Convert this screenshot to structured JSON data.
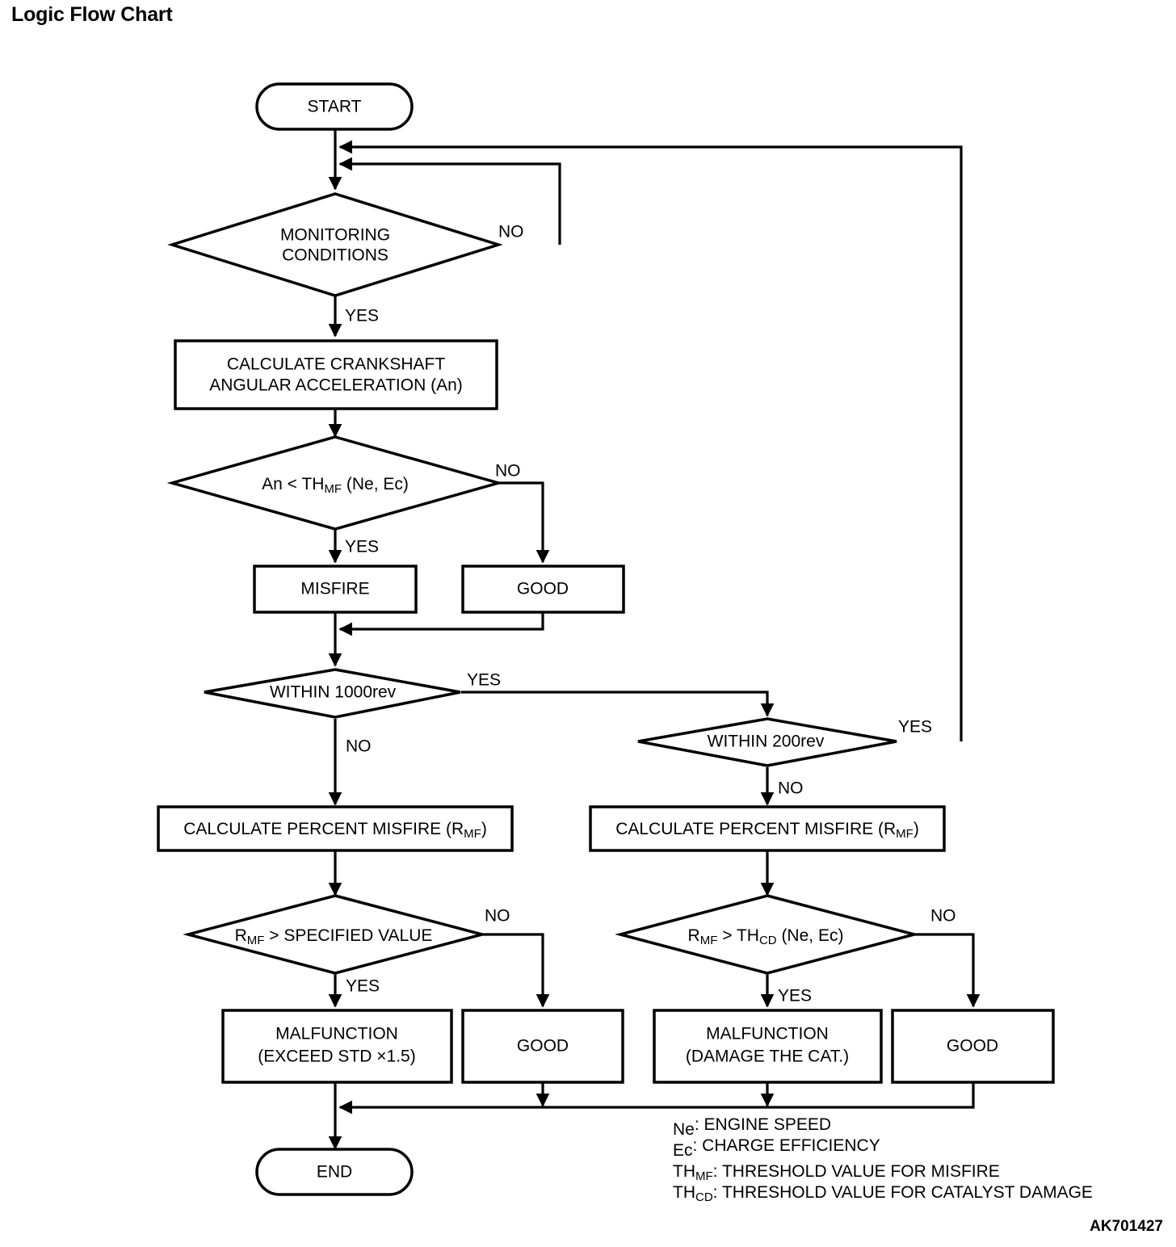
{
  "page": {
    "title": "Logic Flow Chart",
    "figure_code": "AK701427"
  },
  "chart_data": {
    "type": "flowchart",
    "title": "Logic Flow Chart",
    "orientation": "top-to-bottom",
    "nodes": [
      {
        "id": "start",
        "shape": "terminator",
        "label": "START"
      },
      {
        "id": "mon",
        "shape": "decision",
        "label_line1": "MONITORING",
        "label_line2": "CONDITIONS"
      },
      {
        "id": "calc_accel",
        "shape": "process",
        "label_line1": "CALCULATE CRANKSHAFT",
        "label_line2": "ANGULAR ACCELERATION (An)"
      },
      {
        "id": "an_cmp",
        "shape": "decision",
        "label_pre": "An < TH",
        "label_sub": "MF",
        "label_post": " (Ne, Ec)"
      },
      {
        "id": "misfire",
        "shape": "process",
        "label": "MISFIRE"
      },
      {
        "id": "good1",
        "shape": "process",
        "label": "GOOD"
      },
      {
        "id": "within1000",
        "shape": "decision",
        "label": "WITHIN 1000rev"
      },
      {
        "id": "within200",
        "shape": "decision",
        "label": "WITHIN 200rev"
      },
      {
        "id": "calc_pct_l",
        "shape": "process",
        "label_pre": "CALCULATE PERCENT MISFIRE (R",
        "label_sub": "MF",
        "label_post": ")"
      },
      {
        "id": "calc_pct_r",
        "shape": "process",
        "label_pre": "CALCULATE PERCENT MISFIRE (R",
        "label_sub": "MF",
        "label_post": ")"
      },
      {
        "id": "rmf_spec",
        "shape": "decision",
        "label_pre": "R",
        "label_sub": "MF",
        "label_post": " > SPECIFIED VALUE"
      },
      {
        "id": "rmf_thcd",
        "shape": "decision",
        "label_pre": "R",
        "label_sub": "MF",
        "label_post2": " > TH",
        "label_sub2": "CD",
        "label_post3": " (Ne, Ec)"
      },
      {
        "id": "malf1",
        "shape": "process",
        "label_line1": "MALFUNCTION",
        "label_line2": "(EXCEED STD  ×1.5)"
      },
      {
        "id": "good2",
        "shape": "process",
        "label": "GOOD"
      },
      {
        "id": "malf2",
        "shape": "process",
        "label_line1": "MALFUNCTION",
        "label_line2": "(DAMAGE THE CAT.)"
      },
      {
        "id": "good3",
        "shape": "process",
        "label": "GOOD"
      },
      {
        "id": "end",
        "shape": "terminator",
        "label": "END"
      }
    ],
    "edges": [
      {
        "from": "start",
        "to": "mon",
        "label": ""
      },
      {
        "from": "mon",
        "to": "calc_accel",
        "label": "YES"
      },
      {
        "from": "mon",
        "to": "mon",
        "label": "NO"
      },
      {
        "from": "calc_accel",
        "to": "an_cmp",
        "label": ""
      },
      {
        "from": "an_cmp",
        "to": "misfire",
        "label": "YES"
      },
      {
        "from": "an_cmp",
        "to": "good1",
        "label": "NO"
      },
      {
        "from": "misfire",
        "to": "within1000",
        "label": ""
      },
      {
        "from": "good1",
        "to": "within1000",
        "label": ""
      },
      {
        "from": "within1000",
        "to": "within200",
        "label": "YES"
      },
      {
        "from": "within1000",
        "to": "calc_pct_l",
        "label": "NO"
      },
      {
        "from": "within200",
        "to": "mon",
        "label": "YES"
      },
      {
        "from": "within200",
        "to": "calc_pct_r",
        "label": "NO"
      },
      {
        "from": "calc_pct_l",
        "to": "rmf_spec",
        "label": ""
      },
      {
        "from": "calc_pct_r",
        "to": "rmf_thcd",
        "label": ""
      },
      {
        "from": "rmf_spec",
        "to": "malf1",
        "label": "YES"
      },
      {
        "from": "rmf_spec",
        "to": "good2",
        "label": "NO"
      },
      {
        "from": "rmf_thcd",
        "to": "malf2",
        "label": "YES"
      },
      {
        "from": "rmf_thcd",
        "to": "good3",
        "label": "NO"
      },
      {
        "from": "malf1",
        "to": "end",
        "label": ""
      },
      {
        "from": "good2",
        "to": "end",
        "label": ""
      },
      {
        "from": "malf2",
        "to": "end",
        "label": ""
      },
      {
        "from": "good3",
        "to": "end",
        "label": ""
      }
    ]
  },
  "nodes": {
    "start": {
      "label": "START"
    },
    "monitoring": {
      "line1": "MONITORING",
      "line2": "CONDITIONS"
    },
    "calc_accel": {
      "line1": "CALCULATE CRANKSHAFT",
      "line2": "ANGULAR ACCELERATION (An)"
    },
    "an_compare": {
      "pre": "An < TH",
      "sub": "MF",
      "post": " (Ne,  Ec)"
    },
    "misfire": {
      "label": "MISFIRE"
    },
    "good_top": {
      "label": "GOOD"
    },
    "within_1000": {
      "label": "WITHIN 1000rev"
    },
    "within_200": {
      "label": "WITHIN 200rev"
    },
    "calc_pct_left": {
      "pre": "CALCULATE PERCENT MISFIRE (R",
      "sub": "MF",
      "post": ")"
    },
    "calc_pct_right": {
      "pre": "CALCULATE PERCENT MISFIRE (R",
      "sub": "MF",
      "post": ")"
    },
    "rmf_specified": {
      "pre": "R",
      "sub": "MF",
      "post": " > SPECIFIED VALUE"
    },
    "rmf_thcd": {
      "pre": "R",
      "sub": "MF",
      "mid": " > TH",
      "sub2": "CD",
      "post": " (Ne, Ec)"
    },
    "malfunction_std": {
      "line1": "MALFUNCTION",
      "line2": "(EXCEED STD  ×1.5)"
    },
    "good_left": {
      "label": "GOOD"
    },
    "malfunction_cat": {
      "line1": "MALFUNCTION",
      "line2": "(DAMAGE THE CAT.)"
    },
    "good_right": {
      "label": "GOOD"
    },
    "end": {
      "label": "END"
    }
  },
  "branch_labels": {
    "monitoring_no": "NO",
    "monitoring_yes": "YES",
    "an_no": "NO",
    "an_yes": "YES",
    "within1000_yes": "YES",
    "within1000_no": "NO",
    "within200_yes": "YES",
    "within200_no": "NO",
    "rmf_spec_no": "NO",
    "rmf_spec_yes": "YES",
    "rmf_thcd_no": "NO",
    "rmf_thcd_yes": "YES"
  },
  "legend": {
    "lines": [
      {
        "pre": "Ne",
        "sub": "",
        "post": ": ENGINE SPEED"
      },
      {
        "pre": "Ec",
        "sub": "",
        "post": ": CHARGE EFFICIENCY"
      },
      {
        "pre": "TH",
        "sub": "MF",
        "post": ": THRESHOLD VALUE FOR MISFIRE"
      },
      {
        "pre": "TH",
        "sub": "CD",
        "post": ": THRESHOLD VALUE FOR CATALYST DAMAGE"
      }
    ]
  },
  "footer": {
    "code": "AK701427"
  },
  "colors": {
    "ink": "#000000",
    "background": "#ffffff"
  }
}
